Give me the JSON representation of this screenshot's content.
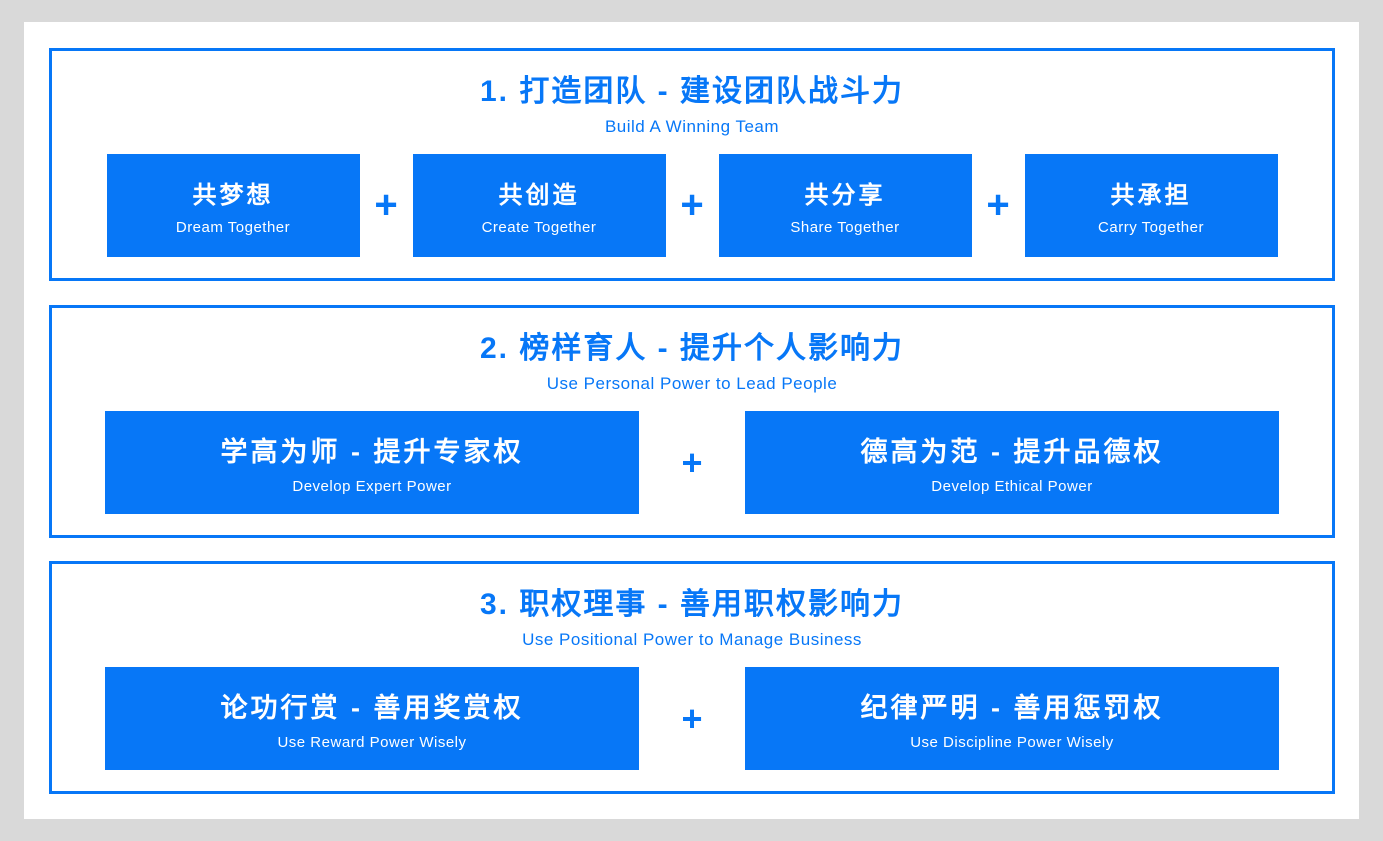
{
  "page": {
    "background_color": "#d9d9d9",
    "card_background": "#ffffff",
    "accent_color": "#0777f7",
    "separator_symbol": "+"
  },
  "sections": [
    {
      "title": "1. 打造团队 - 建设团队战斗力",
      "subtitle": "Build A Winning Team",
      "boxes": [
        {
          "zh": "共梦想",
          "en": "Dream Together"
        },
        {
          "zh": "共创造",
          "en": "Create Together"
        },
        {
          "zh": "共分享",
          "en": "Share Together"
        },
        {
          "zh": "共承担",
          "en": "Carry Together"
        }
      ]
    },
    {
      "title": "2. 榜样育人 - 提升个人影响力",
      "subtitle": "Use Personal Power to Lead People",
      "boxes": [
        {
          "zh": "学高为师 - 提升专家权",
          "en": "Develop Expert Power"
        },
        {
          "zh": "德高为范 - 提升品德权",
          "en": "Develop Ethical Power"
        }
      ]
    },
    {
      "title": "3. 职权理事 - 善用职权影响力",
      "subtitle": "Use Positional Power to Manage Business",
      "boxes": [
        {
          "zh": "论功行赏 - 善用奖赏权",
          "en": "Use Reward Power Wisely"
        },
        {
          "zh": "纪律严明 - 善用惩罚权",
          "en": "Use Discipline Power Wisely"
        }
      ]
    }
  ]
}
